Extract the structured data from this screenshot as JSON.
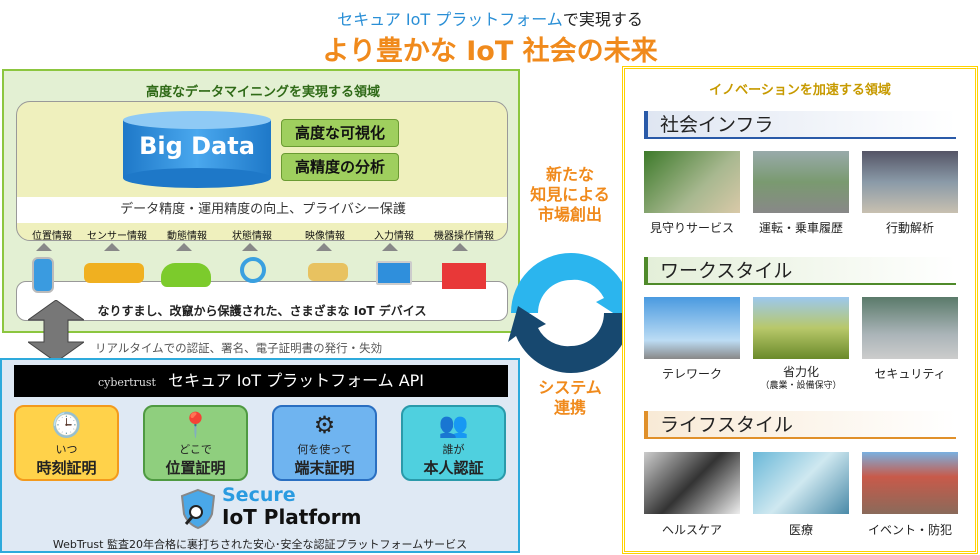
{
  "header": {
    "line1_brand": "セキュア IoT プラットフォーム",
    "line1_rest": "で実現する",
    "title": "より豊かな IoT 社会の未来"
  },
  "data_mining": {
    "heading": "高度なデータマイニングを実現する領域",
    "big_data": "Big Data",
    "labels": [
      "高度な可視化",
      "高精度の分析"
    ],
    "band": "データ精度・運用精度の向上、プライバシー保護",
    "info": [
      "位置情報",
      "センサー情報",
      "動態情報",
      "状態情報",
      "映像情報",
      "入力情報",
      "機器操作情報"
    ],
    "devices": [
      "smartphone",
      "drone",
      "car",
      "antenna",
      "camera",
      "monitor",
      "factory"
    ],
    "device_caption": "なりすまし、改竄から保護された、さまざまな IoT デバイス"
  },
  "realtime": "リアルタイムでの認証、署名、電子証明書の発行・失効",
  "platform": {
    "logo": "cybertrust",
    "api": "セキュア IoT プラットフォーム API",
    "cards": [
      {
        "small": "いつ",
        "big": "時刻証明",
        "color": "#ffd24a",
        "border": "#f39a1d"
      },
      {
        "small": "どこで",
        "big": "位置証明",
        "color": "#8fcf7e",
        "border": "#4f9a42"
      },
      {
        "small": "何を使って",
        "big": "端末証明",
        "color": "#6fb4f0",
        "border": "#2a6fc1"
      },
      {
        "small": "誰が",
        "big": "本人認証",
        "color": "#4fd0df",
        "border": "#2a9aaa"
      }
    ],
    "brand1": "Secure",
    "brand2": "IoT Platform",
    "footer": "WebTrust 監査20年合格に裏打ちされた安心･安全な認証プラットフォームサービス"
  },
  "center": {
    "top": [
      "新たな",
      "知見による",
      "市場創出"
    ],
    "bottom": [
      "システム",
      "連携"
    ]
  },
  "innovation": {
    "heading": "イノベーションを加速する領域",
    "sections": [
      {
        "title": "社会インフラ",
        "items": [
          "見守りサービス",
          "運転・乗車履歴",
          "行動解析"
        ]
      },
      {
        "title": "ワークスタイル",
        "items": [
          "テレワーク",
          "省力化",
          "セキュリティ"
        ],
        "sub": "（農業・設備保守）"
      },
      {
        "title": "ライフスタイル",
        "items": [
          "ヘルスケア",
          "医療",
          "イベント・防犯"
        ]
      }
    ]
  }
}
